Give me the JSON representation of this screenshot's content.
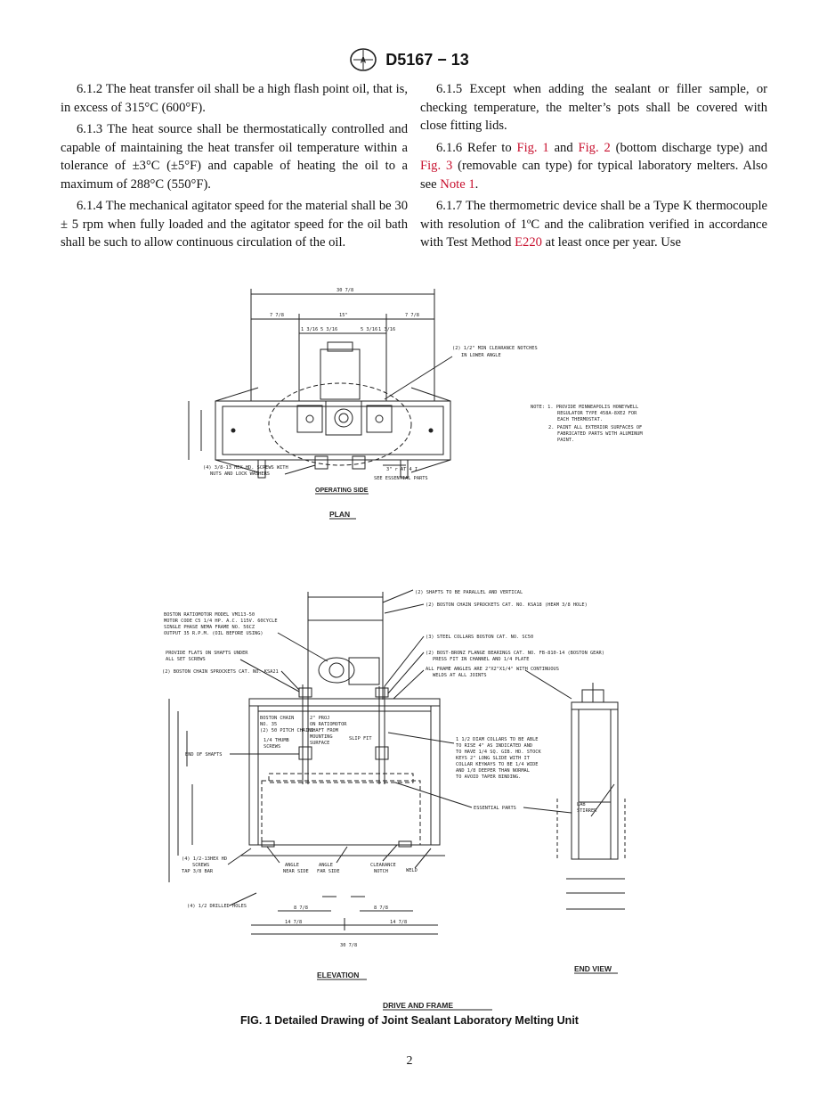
{
  "header": {
    "designation": "D5167 − 13"
  },
  "left_column": [
    {
      "text": "6.1.2 The heat transfer oil shall be a high flash point oil, that is, in excess of 315°C (600°F)."
    },
    {
      "text": "6.1.3 The heat source shall be thermostatically controlled and capable of maintaining the heat transfer oil temperature within a tolerance of ±3°C (±5°F) and capable of heating the oil to a maximum of 288°C (550°F)."
    },
    {
      "text": "6.1.4 The mechanical agitator speed for the material shall be 30 ± 5 rpm when fully loaded and the agitator speed for the oil bath shall be such to allow continuous circulation of the oil."
    }
  ],
  "right_column": {
    "p1": "6.1.5 Except when adding the sealant or filler sample, or checking temperature, the melter’s pots shall be covered with close fitting lids.",
    "p2": {
      "a": "6.1.6 Refer to ",
      "fig1": "Fig. 1",
      "b": " and ",
      "fig2": "Fig. 2",
      "c": " (bottom discharge type) and ",
      "fig3": "Fig. 3",
      "d": " (removable can type) for typical laboratory melters. Also see ",
      "note1": "Note 1",
      "e": "."
    },
    "p3": {
      "a": "6.1.7 The thermometric device shall be a Type K thermocouple with resolution of 1ºC and the calibration verified in accordance with Test Method ",
      "e220": "E220",
      "b": " at least once per year. Use"
    }
  },
  "figure": {
    "plan": {
      "dim_top": "30 7/8",
      "dim_left": "7 7/8",
      "dim_mid": "15\"",
      "dim_right": "7 7/8",
      "dim_sub": [
        "1 3/16",
        "5 3/16",
        "5 3/16",
        "1 3/16"
      ],
      "callout_notches": "(2) 1/2\" MIN CLEARANCE NOTCHES IN LOWER ANGLE",
      "note_1": "NOTE: 1. PROVIDE MINNEAPOLIS HONEYWELL REGULATOR TYPE 458A-8XE2 FOR EACH THERMOSTAT.",
      "note_2": "2. PAINT ALL EXTERIOR SURFACES OF FABRICATED PARTS WITH ALUMINUM PAINT.",
      "callout_screws": "(4) 3/8-13 HEX HD. SCREWS WITH NUTS AND LOCK WASHERS",
      "callout_3": "3\" r AT 4 I",
      "callout_essential": "SEE ESSENTIAL PARTS",
      "operating_side": "OPERATING SIDE",
      "title": "PLAN"
    },
    "elevation": {
      "motor_label_1": "BOSTON RATIOMOTOR MODEL VM113-50",
      "motor_label_2": "MOTOR CODE C5 1/4 HP. A.C. 115V. 60CYCLE",
      "motor_label_3": "SINGLE PHASE NEMA FRAME NO. 56CZ",
      "motor_label_4": "OUTPUT 35 R.P.M. (OIL BEFORE USING)",
      "flats": "PROVIDE FLATS ON SHAFTS UNDER ALL SET SCREWS",
      "sprockets_left": "(2) BOSTON CHAIN SPROCKETS CAT. NO. KSA21",
      "shafts": "(2) SHAFTS TO BE PARALLEL AND VERTICAL",
      "sprockets_right": "(2) BOSTON CHAIN SPROCKETS CAT. NO. KSA18 (HEAM 3/8 HOLE)",
      "collars": "(3) STEEL COLLARS BOSTON CAT. NO. SC50",
      "bearings": "(2) BOST-BRONZ FLANGE BEARINGS CAT. NO. FB-810-14 (BOSTON GEAR) PRESS FIT IN CHANNEL AND 1/4 PLATE",
      "frame_angles": "ALL FRAME ANGLES ARE 2\"X2\"X1/4\" WITH CONTINUOUS WELDS AT ALL JOINTS",
      "chain": "BOSTON CHAIN NO. 35 (2) 50 PITCH CHAINS",
      "thumb": "1/4 THUMB SCREWS",
      "proj": "2\" PROJ ON RATIOMOTOR SHAFT FROM MOUNTING SURFACE",
      "slip_fit": "SLIP FIT",
      "end_shafts": "END OF SHAFTS",
      "collars_note": "1 1/2 DIAM COLLARS TO BE ABLE TO RISE 4\" AS INDICATED AND TO HAVE 1/4 SQ. GIB. HD. STOCK KEYS 2\" LONG SLIDE WITH IT COLLAR KEYWAYS TO BE 1/4 WIDE AND 1/8 DEEPER THAN NORMAL TO AVOID TAPER BINDING.",
      "essential": "ESSENTIAL PARTS",
      "screws_bot": "(4) 1/2-13 HEX HD SCREWS TAP 3/8 BAR",
      "drilled": "(4) 1/2 DRILLED HOLES",
      "angle_near": "ANGLE NEAR SIDE",
      "angle_far": "ANGLE FAR SIDE",
      "clearance": "CLEARANCE NOTCH",
      "weld": "WELD",
      "lab_stirrer": "LAB STIRRER",
      "dim_bottom": "30 7/8",
      "dim_half_l": "14 7/8",
      "dim_half_r": "14 7/8",
      "dim_inner_l": "8 7/8",
      "dim_inner_r": "8 7/8",
      "title": "ELEVATION",
      "end_view": "END VIEW"
    },
    "drive_title": "DRIVE AND FRAME"
  },
  "caption": "FIG. 1 Detailed Drawing of Joint Sealant Laboratory Melting Unit",
  "page_number": "2"
}
